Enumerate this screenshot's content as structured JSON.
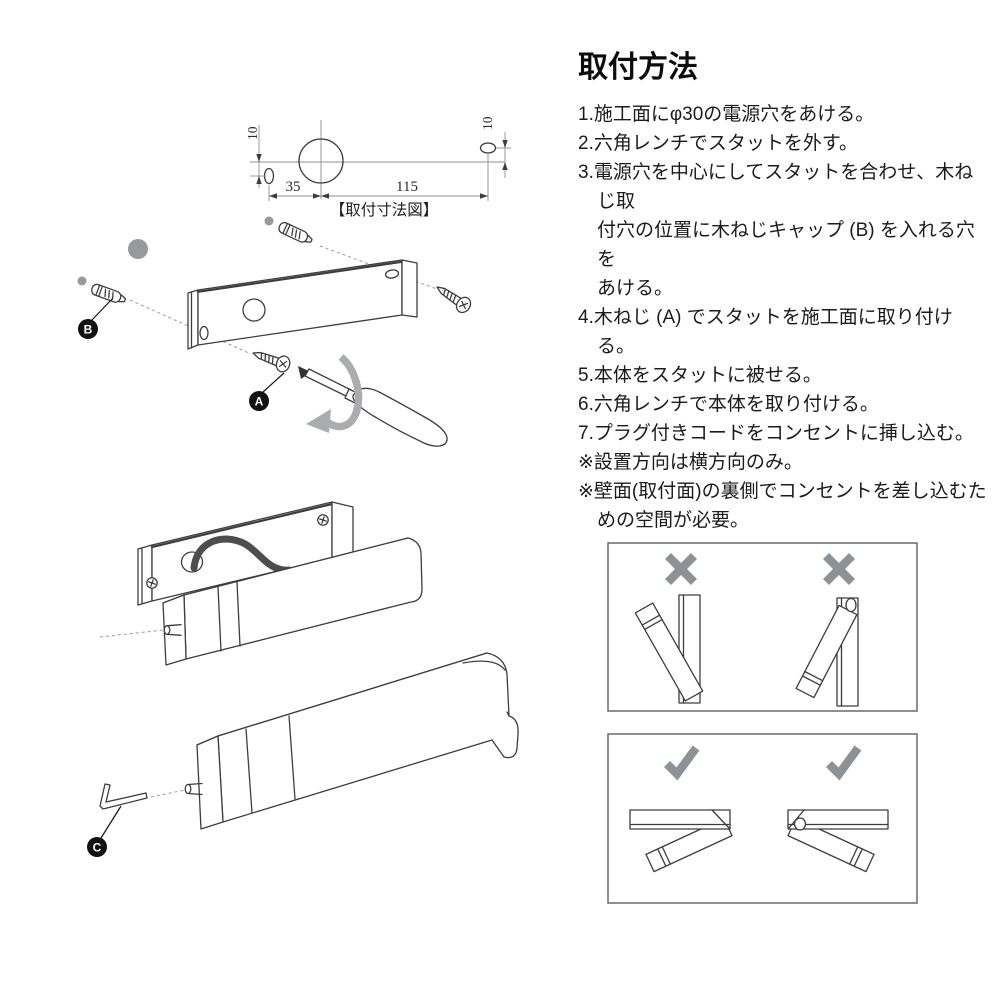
{
  "page": {
    "background": "#ffffff"
  },
  "header": {
    "title": "取付方法"
  },
  "instructions": {
    "items": [
      "1.施工面にφ30の電源穴をあける。",
      "2.六角レンチでスタットを外す。",
      "3.電源穴を中心にしてスタットを合わせ、木ねじ取\n付穴の位置に木ねじキャップ (B) を入れる穴を\nあける。",
      "4.木ねじ (A) でスタットを施工面に取り付ける。",
      "5.本体をスタットに被せる。",
      "6.六角レンチで本体を取り付ける。",
      "7.プラグ付きコードをコンセントに挿し込む。",
      "※設置方向は横方向のみ。",
      "※壁面(取付面)の裏側でコンセントを差し込むた\nめの空間が必要。"
    ]
  },
  "dimension_diagram": {
    "caption": "【取付寸法図】",
    "hole_offset_left": "10",
    "hole_offset_right": "10",
    "span_left": "35",
    "span_right": "115"
  },
  "part_labels": {
    "wood_screw": "A",
    "screw_cap": "B",
    "hex_wrench": "C"
  },
  "orientation_guide": {
    "incorrect_icon": "x-mark",
    "correct_icon": "check-mark"
  },
  "colors": {
    "line_art": "#3d3d3d",
    "gray_fill": "#97999b",
    "mark_gray": "#8d9297",
    "cord": "#4d4d4d",
    "text": "#1b1b1b"
  }
}
